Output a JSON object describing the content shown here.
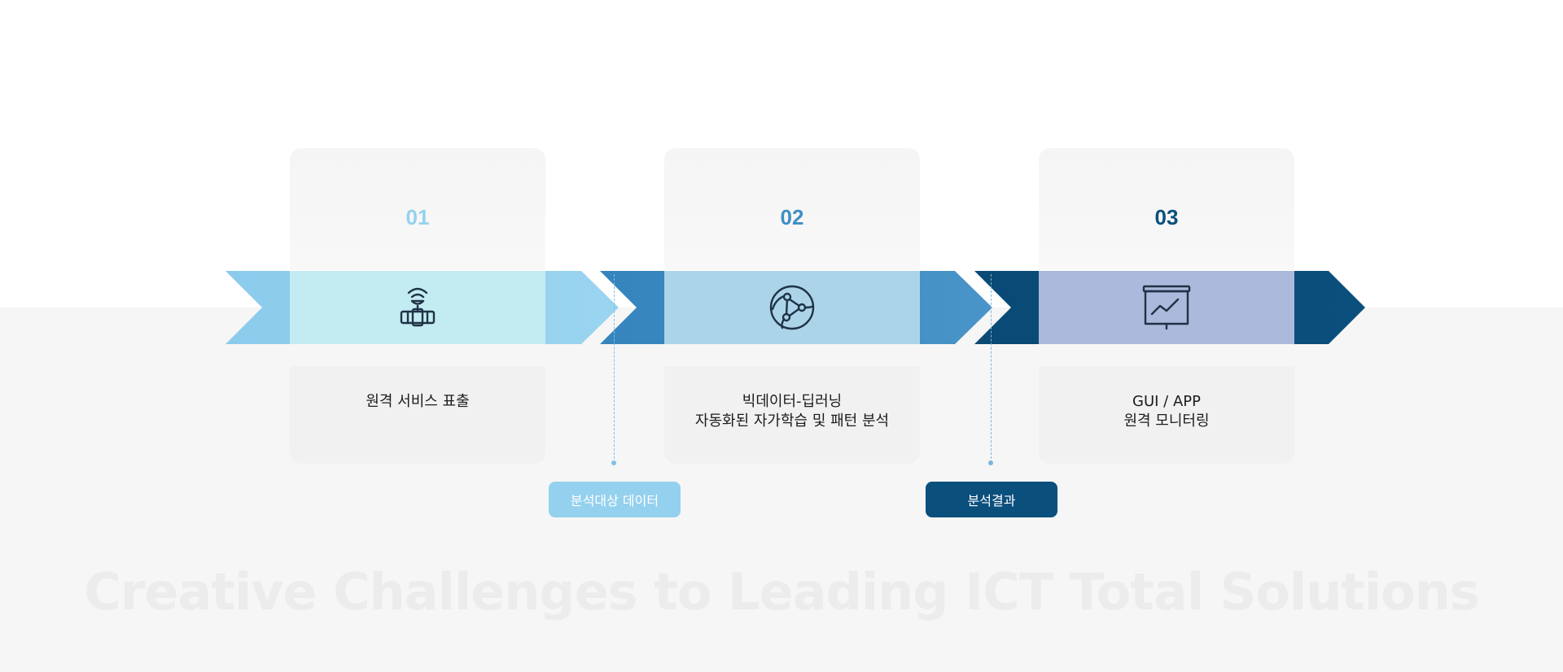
{
  "colors": {
    "step1": "#94d1ee",
    "step2": "#3e8ec4",
    "step3": "#0b4f7c",
    "pill1": "#94d1ee",
    "pill2": "#0b4f7c",
    "watermark": "#ececec"
  },
  "steps": [
    {
      "number": "01",
      "icon": "satellite-dish-icon",
      "lines": [
        "원격 서비스 표출"
      ]
    },
    {
      "number": "02",
      "icon": "network-globe-icon",
      "lines": [
        "빅데이터-딥러닝",
        "자동화된 자가학습 및 패턴 분석"
      ]
    },
    {
      "number": "03",
      "icon": "presentation-chart-icon",
      "lines": [
        "GUI / APP",
        "원격 모니터링"
      ]
    }
  ],
  "connectors": [
    {
      "label": "분석대상 데이터"
    },
    {
      "label": "분석결과"
    }
  ],
  "watermark": "Creative Challenges to Leading ICT Total Solutions"
}
